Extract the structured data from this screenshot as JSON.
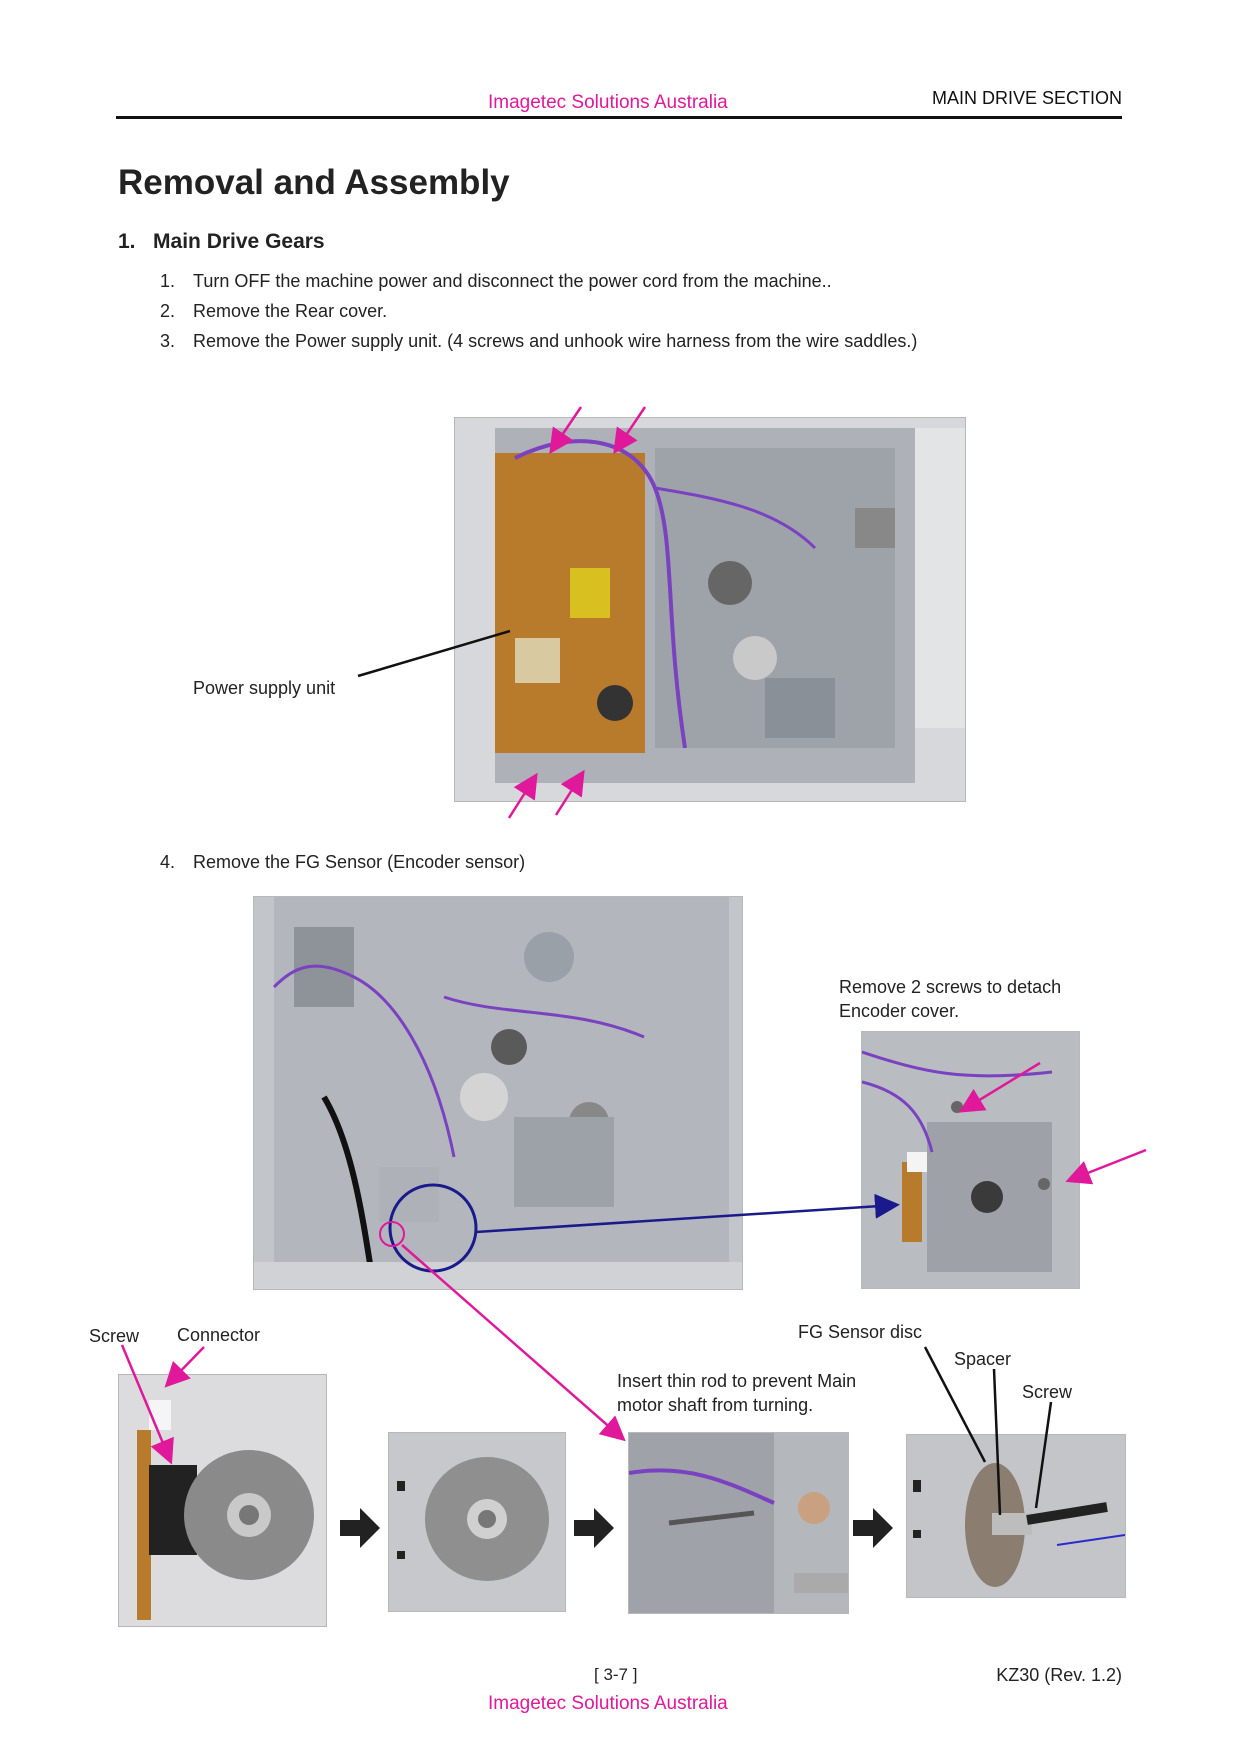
{
  "header": {
    "company": "Imagetec Solutions Australia",
    "section": "MAIN DRIVE SECTION"
  },
  "title": "Removal and Assembly",
  "section": {
    "number": "1.",
    "name": "Main Drive Gears"
  },
  "steps": [
    {
      "num": "1.",
      "text": "Turn OFF the machine power and disconnect the power cord from the machine.."
    },
    {
      "num": "2.",
      "text": "Remove the Rear cover."
    },
    {
      "num": "3.",
      "text": "Remove the Power supply unit. (4 screws and unhook wire harness from the wire saddles.)"
    },
    {
      "num": "4.",
      "text": "Remove the FG Sensor (Encoder sensor)"
    }
  ],
  "callouts": {
    "power_supply": "Power supply unit",
    "encoder_cover_line1": "Remove 2 screws to detach",
    "encoder_cover_line2": "Encoder cover.",
    "screw_left": "Screw",
    "connector": "Connector",
    "insert_rod_line1": "Insert thin rod to prevent Main",
    "insert_rod_line2": "motor shaft from turning.",
    "fg_disc": "FG Sensor disc",
    "spacer": "Spacer",
    "screw_right": "Screw"
  },
  "footer": {
    "page": "[ 3-7 ]",
    "model": "KZ30 (Rev. 1.2)",
    "company": "Imagetec Solutions Australia"
  },
  "colors": {
    "accent_magenta": "#e0189a",
    "circle_navy": "#1a1a8c",
    "rule": "#111111"
  }
}
